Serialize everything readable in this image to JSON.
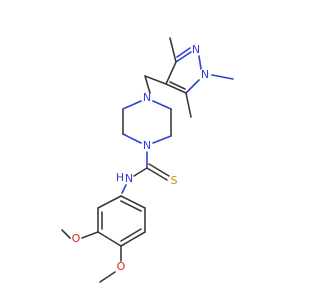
{
  "molecule": {
    "atoms": {
      "pyrazole_n2": "N",
      "pyrazole_n1": "N",
      "piperazine_n_top": "N",
      "piperazine_n_bottom": "N",
      "thioamide_s": "S",
      "amide_nh": "N",
      "amide_nh_h": "H",
      "methoxy_o_upper": "O",
      "methoxy_o_lower": "O"
    }
  }
}
